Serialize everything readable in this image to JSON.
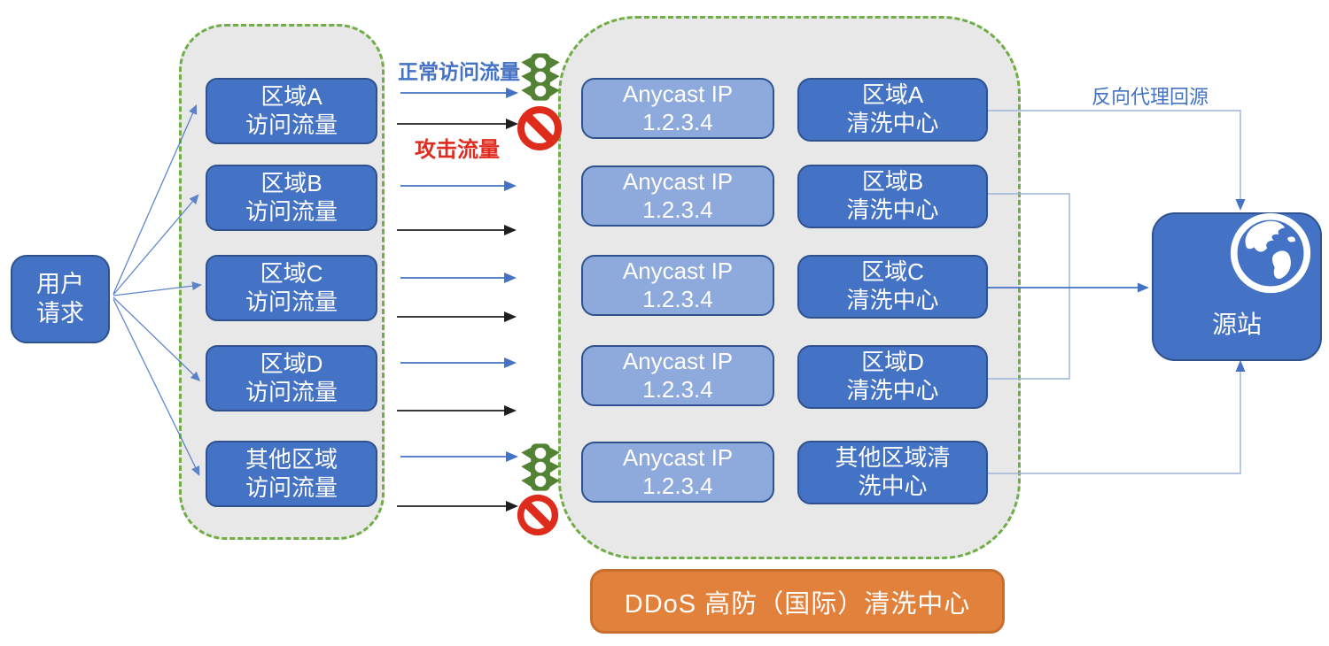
{
  "palette": {
    "primary_blue": "#4472C4",
    "primary_blue_border": "#2F528F",
    "light_blue": "#8EA9DB",
    "container_fill": "#E9E8E8",
    "container_border": "#70AD47",
    "orange_fill": "#E2813B",
    "orange_border": "#C96F2E",
    "attack_black": "#1F1F1F",
    "normal_label_blue": "#4472C4",
    "attack_label_red": "#E02B20",
    "prohibit_red": "#DD2B1C",
    "traffic_light_green": "#548235",
    "connector_light_blue": "#9DB3D8"
  },
  "user_box": {
    "line1": "用户",
    "line2": "请求"
  },
  "region_boxes": [
    {
      "line1": "区域A",
      "line2": "访问流量"
    },
    {
      "line1": "区域B",
      "line2": "访问流量"
    },
    {
      "line1": "区域C",
      "line2": "访问流量"
    },
    {
      "line1": "区域D",
      "line2": "访问流量"
    },
    {
      "line1": "其他区域",
      "line2": "访问流量"
    }
  ],
  "flow_labels": {
    "normal_traffic": "正常访问流量",
    "attack_traffic": "攻击流量",
    "reverse_proxy": "反向代理回源"
  },
  "anycast_boxes": [
    {
      "line1": "Anycast IP",
      "line2": "1.2.3.4"
    },
    {
      "line1": "Anycast IP",
      "line2": "1.2.3.4"
    },
    {
      "line1": "Anycast IP",
      "line2": "1.2.3.4"
    },
    {
      "line1": "Anycast IP",
      "line2": "1.2.3.4"
    },
    {
      "line1": "Anycast IP",
      "line2": "1.2.3.4"
    }
  ],
  "cleaning_boxes": [
    {
      "line1": "区域A",
      "line2": "清洗中心"
    },
    {
      "line1": "区域B",
      "line2": "清洗中心"
    },
    {
      "line1": "区域C",
      "line2": "清洗中心"
    },
    {
      "line1": "区域D",
      "line2": "清洗中心"
    },
    {
      "line1": "其他区域清",
      "line2": "洗中心"
    }
  ],
  "ddos_banner": {
    "label": "DDoS 高防（国际）清洗中心"
  },
  "origin_box": {
    "label": "源站"
  },
  "icons": {
    "traffic_light": "traffic-light-icon",
    "no_entry": "no-entry-icon",
    "globe": "globe-icon"
  }
}
